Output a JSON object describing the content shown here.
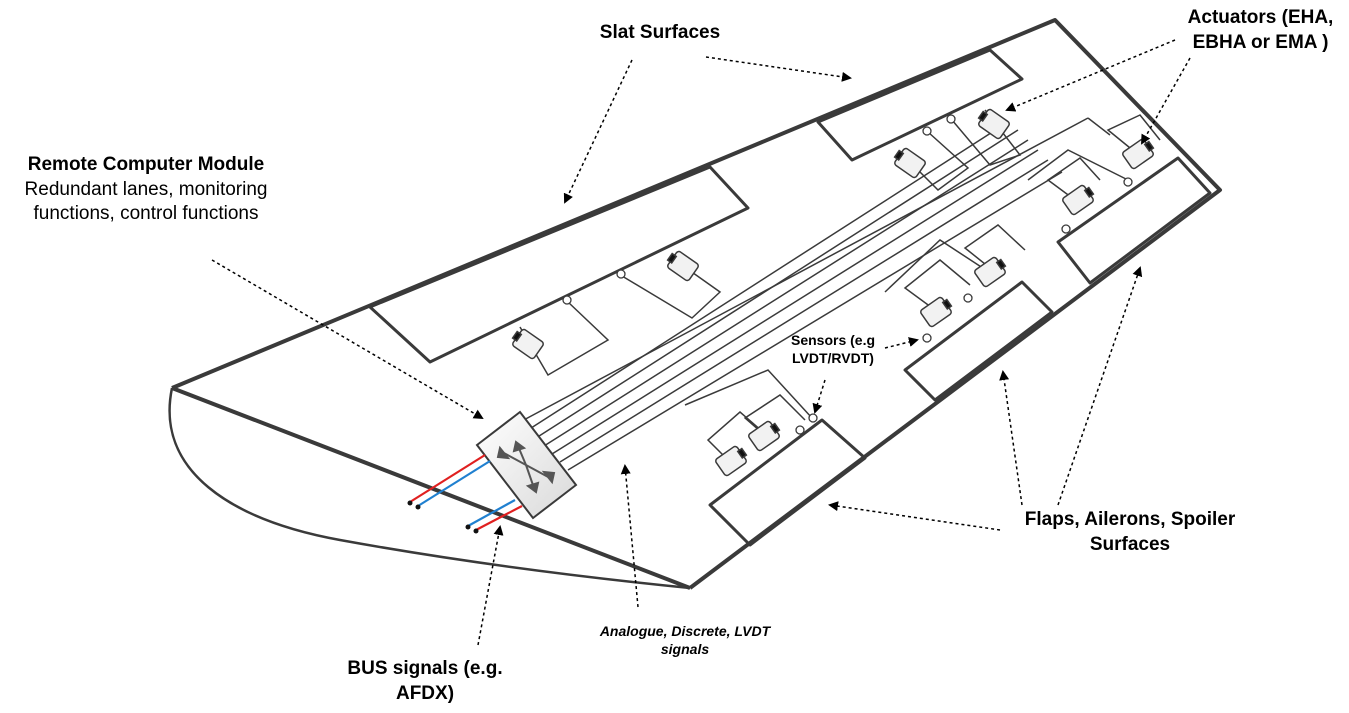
{
  "labels": {
    "slat_surfaces": "Slat Surfaces",
    "actuators_line1": "Actuators (EHA,",
    "actuators_line2": "EBHA or EMA )",
    "remote_title": "Remote Computer Module",
    "remote_line1": "Redundant lanes, monitoring",
    "remote_line2": "functions, control functions",
    "sensors_line1": "Sensors (e.g",
    "sensors_line2": "LVDT/RVDT)",
    "flaps_line1": "Flaps, Ailerons, Spoiler",
    "flaps_line2": "Surfaces",
    "bus_line1": "BUS signals (e.g.",
    "bus_line2": "AFDX)",
    "analogue_line1": "Analogue, Discrete, LVDT",
    "analogue_line2": "signals"
  },
  "colors": {
    "outline": "#3a3a3a",
    "bus_red": "#e02020",
    "bus_blue": "#2080d0",
    "actuator_fill": "#f2f2f2"
  }
}
